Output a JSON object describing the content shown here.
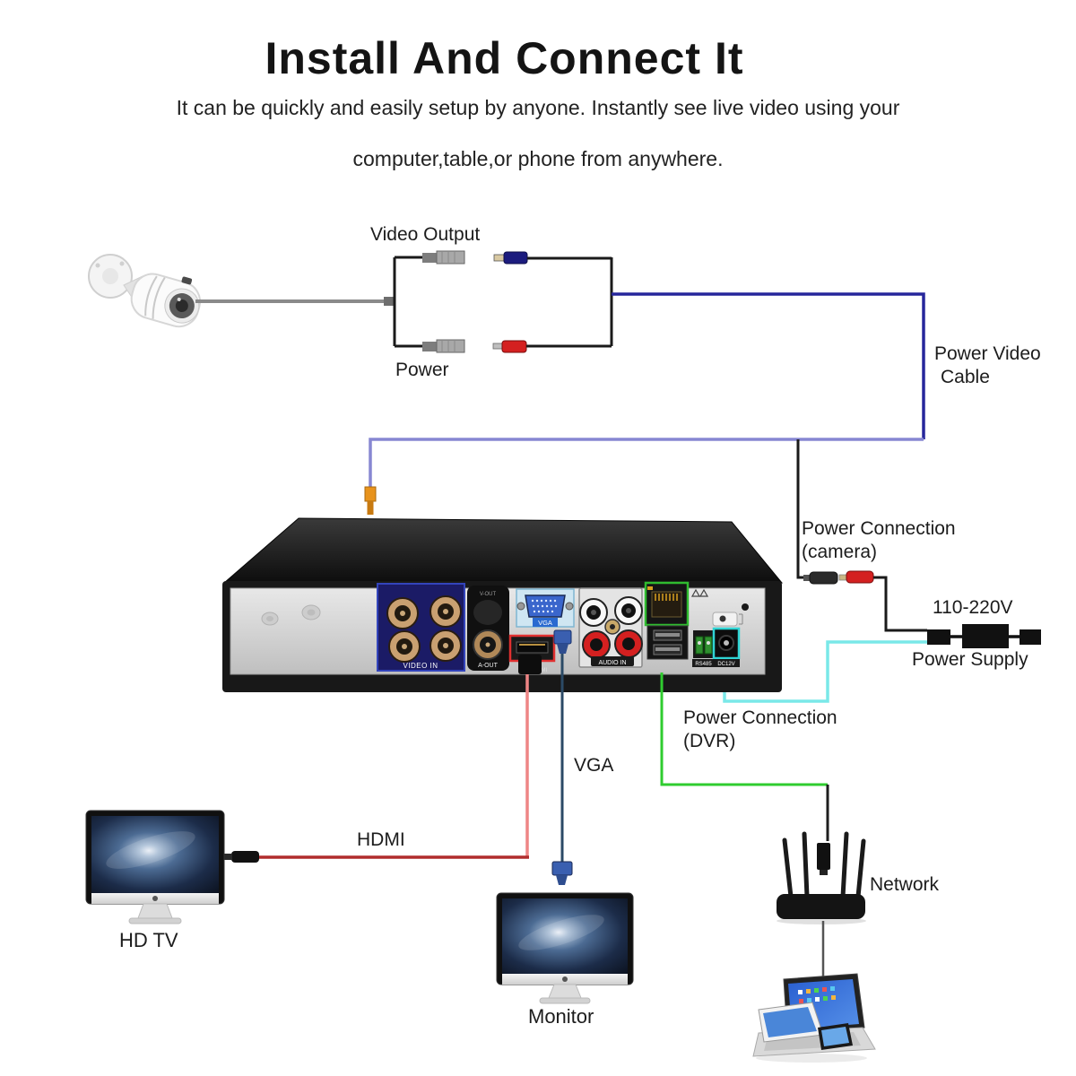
{
  "header": {
    "title": "Install And Connect It",
    "subtitle_line1": "It can be quickly and easily setup by anyone. Instantly see live video using your",
    "subtitle_line2": "computer,table,or phone from anywhere."
  },
  "diagram": {
    "camera_cable_labels": {
      "video_output": "Video Output",
      "power": "Power"
    },
    "cable_labels": {
      "power_video_cable": [
        "Power Video",
        "Cable"
      ],
      "power_connection_camera": [
        "Power Connection",
        "(camera)"
      ],
      "power_connection_dvr": [
        "Power Connection",
        "(DVR)"
      ],
      "voltage": "110-220V",
      "power_supply": "Power Supply",
      "vga": "VGA",
      "hdmi": "HDMI",
      "network": "Network"
    },
    "devices": {
      "hd_tv": "HD TV",
      "monitor": "Monitor"
    },
    "dvr_port_tags": {
      "video_in": "VIDEO IN",
      "v_out": "V-OUT",
      "a_out": "A-OUT",
      "vga": "VGA",
      "hdmi": "HDMI",
      "audio_in": "AUDIO IN",
      "rs485": "RS485",
      "dc_12v": "DC12V"
    }
  },
  "colors": {
    "video_cable_blue": "#26269b",
    "return_cable_purple": "#8787d2",
    "hdmi_red_dark": "#b02c2c",
    "hdmi_red_light": "#ee8585",
    "vga_cable": "#2b4a66",
    "network_green": "#2fcc2f",
    "power_cyan": "#7ae8e8",
    "camera_cable_gray": "#8a8a8a",
    "bnc_orange": "#e8931c"
  }
}
